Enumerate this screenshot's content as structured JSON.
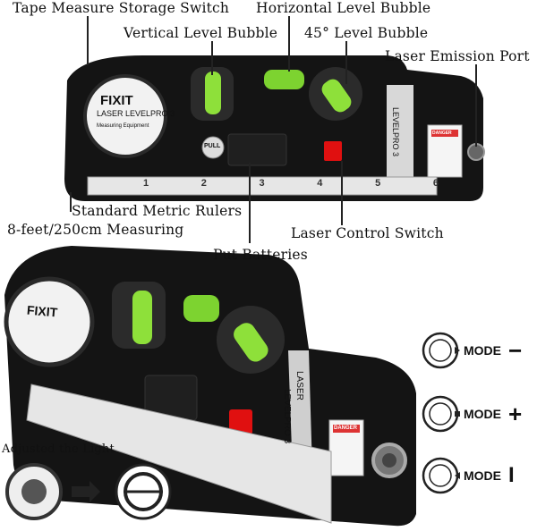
{
  "labels": {
    "tape_switch": "Tape Measure Storage Switch",
    "horizontal_bubble": "Horizontal Level Bubble",
    "vertical_bubble": "Vertical Level Bubble",
    "level_45": "45° Level Bubble",
    "laser_port": "Laser Emission Port",
    "metric_rulers": "Standard Metric Rulers",
    "measuring": "8-feet/250cm Measuring",
    "laser_switch": "Laser Control Switch",
    "batteries": "Put Batteries",
    "adjusted_light": "Adjusted the Light"
  },
  "device": {
    "brand": "FIXIT",
    "model": "LASER LEVELPRO 3",
    "laser_tag": "LASER",
    "levelpro": "LEVELPRO 3",
    "subtitle": "Measuring Equipment",
    "pull": "PULL",
    "danger": "DANGER",
    "ruler_ticks": [
      "1",
      "2",
      "3",
      "4",
      "5",
      "6"
    ]
  },
  "modes": [
    {
      "text": "MODE",
      "symbol": "−"
    },
    {
      "text": "MODE",
      "symbol": "+"
    },
    {
      "text": "MODE",
      "symbol": "I"
    }
  ],
  "colors": {
    "body": "#151515",
    "bubble": "#8ee03a",
    "switch": "#e01010",
    "ruler": "#e6e6e6"
  }
}
